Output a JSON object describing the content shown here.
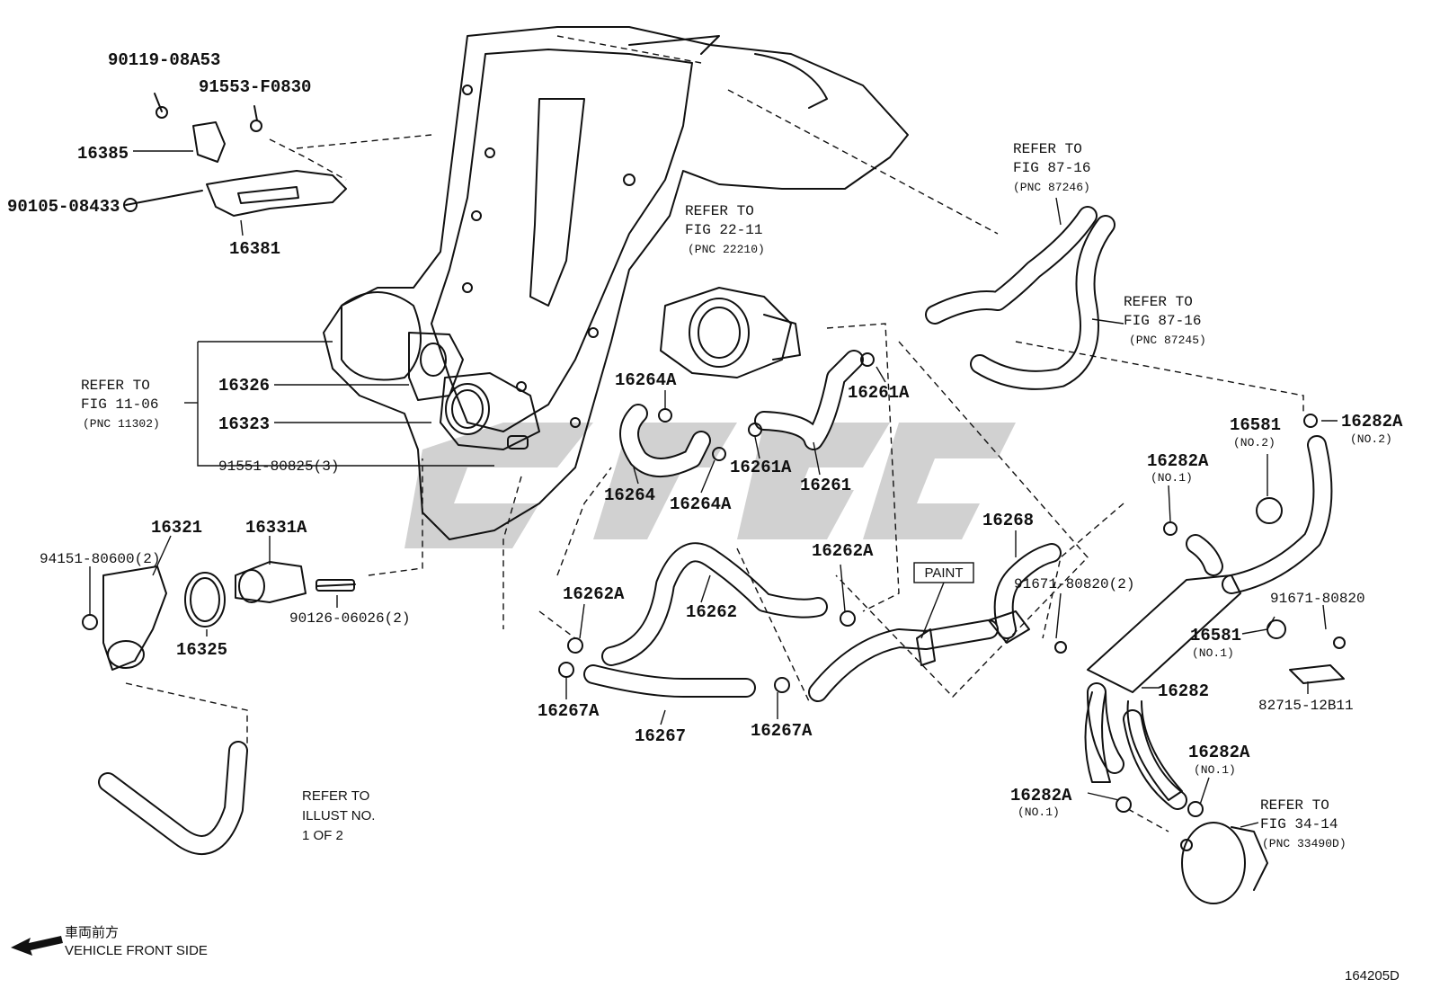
{
  "diagram": {
    "code": "164205D",
    "direction_note": {
      "jp": "車両前方",
      "en": "VEHICLE FRONT SIDE"
    },
    "parts": {
      "p90119": "90119-08A53",
      "p91553": "91553-F0830",
      "p16385": "16385",
      "p90105": "90105-08433",
      "p16381": "16381",
      "p16326": "16326",
      "p16323": "16323",
      "p91551": "91551-80825(3)",
      "p16321": "16321",
      "p16331A": "16331A",
      "p94151": "94151-80600(2)",
      "p16325": "16325",
      "p90126": "90126-06026(2)",
      "p16264A_1": "16264A",
      "p16264": "16264",
      "p16264A_2": "16264A",
      "p16261A_1": "16261A",
      "p16261A_2": "16261A",
      "p16261": "16261",
      "p16262A_1": "16262A",
      "p16262A_2": "16262A",
      "p16262": "16262",
      "p16267A_1": "16267A",
      "p16267A_2": "16267A",
      "p16267": "16267",
      "p16268": "16268",
      "p91671_2": "91671-80820(2)",
      "p16581_no2": "16581",
      "p16581_no2_sub": "(NO.2)",
      "p16282A_no2": "16282A",
      "p16282A_no2_sub": "(NO.2)",
      "p16282A_no1_a": "16282A",
      "p16282A_no1_a_sub": "(NO.1)",
      "p91671": "91671-80820",
      "p16581_no1": "16581",
      "p16581_no1_sub": "(NO.1)",
      "p82715": "82715-12B11",
      "p16282": "16282",
      "p16282A_no1_b": "16282A",
      "p16282A_no1_b_sub": "(NO.1)",
      "p16282A_no1_c": "16282A",
      "p16282A_no1_c_sub": "(NO.1)",
      "paint": "PAINT"
    },
    "refs": {
      "ref_87246": [
        "REFER TO",
        "FIG 87-16",
        "(PNC 87246)"
      ],
      "ref_22210": [
        "REFER TO",
        "FIG 22-11",
        "(PNC 22210)"
      ],
      "ref_87245": [
        "REFER TO",
        "FIG 87-16",
        "(PNC 87245)"
      ],
      "ref_11302": [
        "REFER TO",
        "FIG 11-06",
        "(PNC 11302)"
      ],
      "ref_illust": [
        "REFER TO",
        "ILLUST NO.",
        "1 OF 2"
      ],
      "ref_33490": [
        "REFER TO",
        "FIG 34-14",
        "(PNC 33490D)"
      ]
    }
  }
}
